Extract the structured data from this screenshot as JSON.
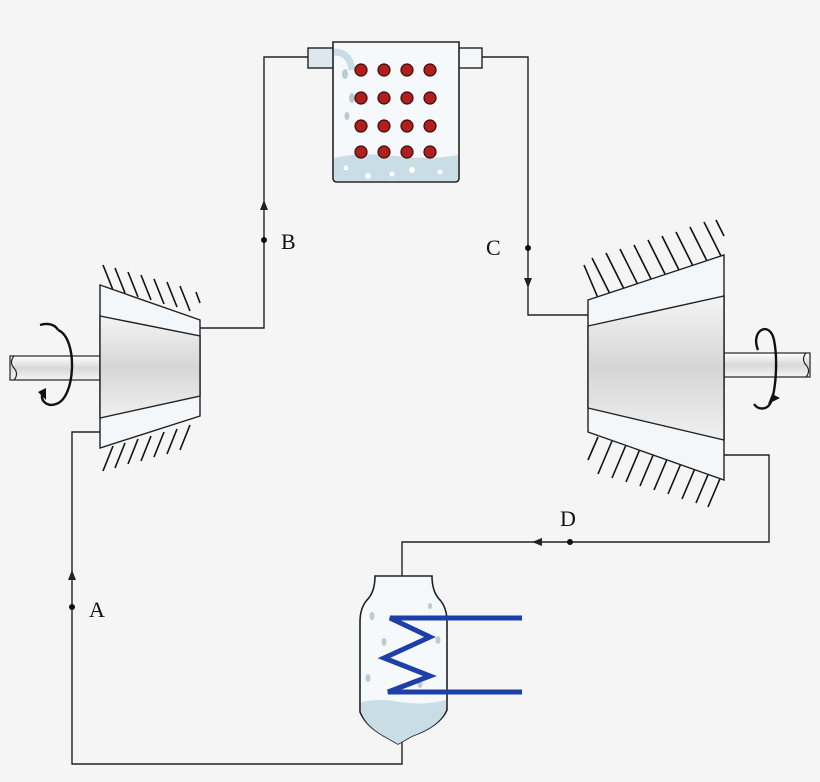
{
  "states": {
    "a": "A",
    "b": "B",
    "c": "C",
    "d": "D"
  },
  "components": [
    {
      "name": "compressor",
      "icon": "compressor-icon"
    },
    {
      "name": "boiler",
      "icon": "heat-source-icon"
    },
    {
      "name": "turbine",
      "icon": "turbine-icon"
    },
    {
      "name": "condenser",
      "icon": "cooling-coil-icon"
    }
  ],
  "colors": {
    "heating_element": "#b01e1e",
    "cooling_coil": "#1f3fa8",
    "water": "#c9dde6",
    "metal": "#e6e6e6",
    "line": "#222222"
  }
}
